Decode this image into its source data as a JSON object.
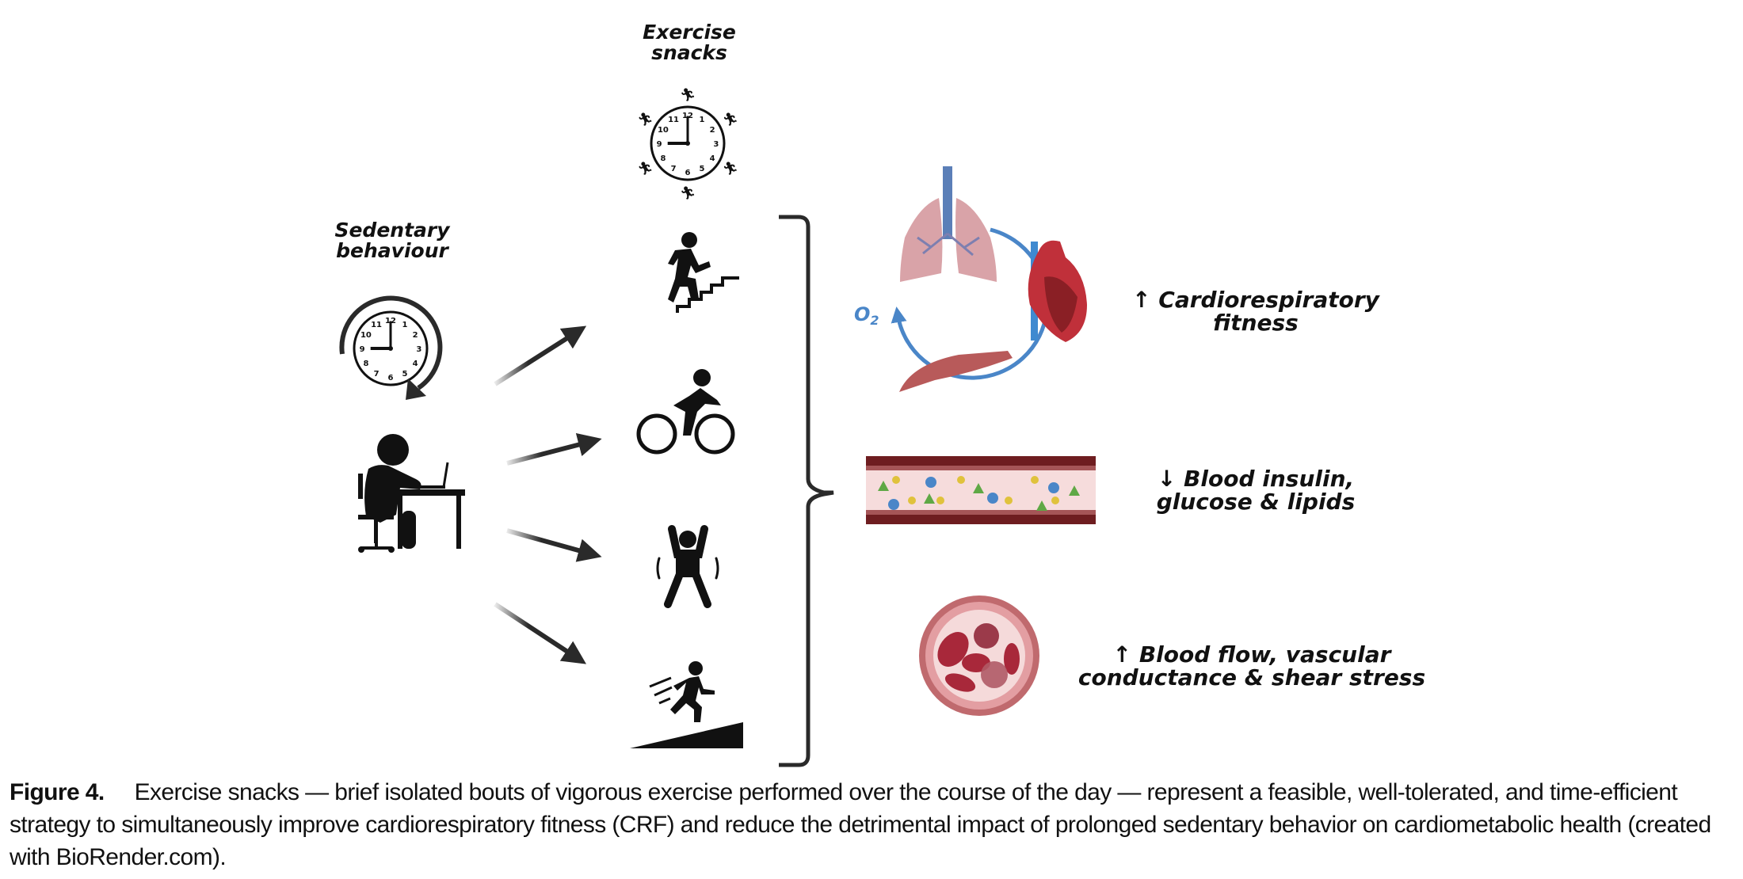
{
  "labels": {
    "exercise_snacks": [
      "Exercise",
      "snacks"
    ],
    "sedentary_behaviour": [
      "Sedentary",
      "behaviour"
    ],
    "o2": "O",
    "o2_sub": "2",
    "outcomes": [
      {
        "arrow": "↑",
        "lines": [
          "Cardiorespiratory",
          "fitness"
        ]
      },
      {
        "arrow": "↓",
        "lines": [
          "Blood insulin,",
          "glucose & lipids"
        ]
      },
      {
        "arrow": "↑",
        "lines": [
          "Blood flow, vascular",
          "conductance & shear stress"
        ]
      }
    ]
  },
  "clock_numbers": [
    "12",
    "1",
    "2",
    "3",
    "4",
    "5",
    "6",
    "7",
    "8",
    "9",
    "10",
    "11"
  ],
  "exercise_icons": [
    "stair-climbing",
    "cycling",
    "jumping-jacks",
    "uphill-running"
  ],
  "colors": {
    "ink": "#111111",
    "arrow": "#2a2a2a",
    "circulation_blue": "#4a86c8",
    "lung_pink": "#d9a3a8",
    "heart_red": "#c0303a",
    "muscle": "#b85a5a",
    "vessel_wall": "#6e1d20",
    "vessel_lumen": "#f6dcdc",
    "insulin_blue": "#4a86c8",
    "glucose_yellow": "#e0c23c",
    "lipid_green": "#5fa845",
    "rbc": "#a8283a"
  },
  "caption": {
    "figure_label": "Figure 4.",
    "text": "Exercise snacks — brief isolated bouts of vigorous exercise performed over the course of the day — represent a feasible, well-tolerated, and time-efficient strategy to simultaneously improve cardiorespiratory fitness (CRF) and reduce the detrimental impact of prolonged sedentary behavior on cardiometabolic health (created with BioRender.com)."
  }
}
